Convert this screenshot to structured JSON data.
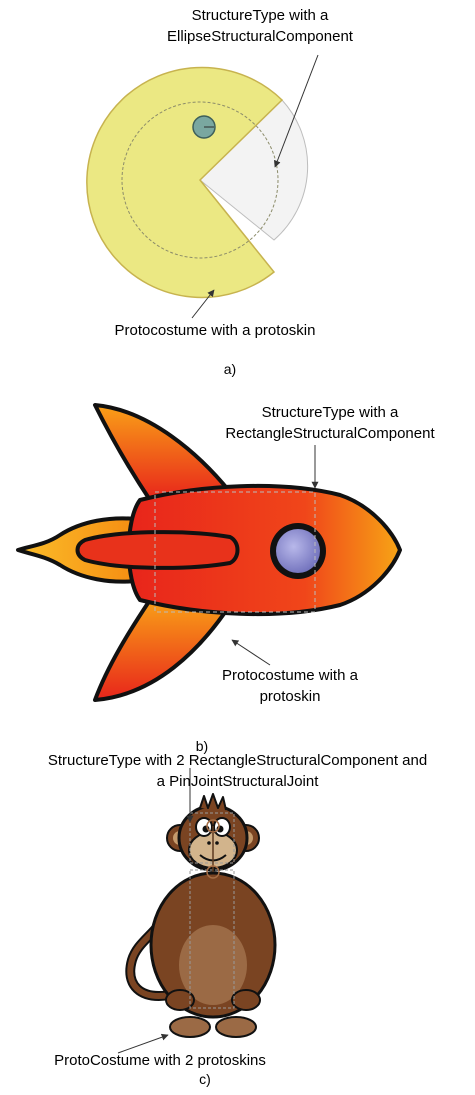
{
  "panel_a": {
    "structure_label_line1": "StructureType with a",
    "structure_label_line2": "EllipseStructuralComponent",
    "costume_label": "Protocostume with a protoskin",
    "caption": "a)"
  },
  "panel_b": {
    "structure_label_line1": "StructureType with a",
    "structure_label_line2": "RectangleStructuralComponent",
    "costume_label_line1": "Protocostume with a",
    "costume_label_line2": "protoskin",
    "caption": "b)"
  },
  "panel_c": {
    "structure_label_line1": "StructureType with 2 RectangleStructuralComponent and",
    "structure_label_line2": "a PinJointStructuralJoint",
    "costume_label": "ProtoCostume with 2 protoskins",
    "caption": "c)"
  },
  "colors": {
    "pacman_fill": "#ebe883",
    "pacman_mouth": "#f3f3f3",
    "rocket_red": "#e8251b",
    "rocket_orange": "#f7a415",
    "window_fill": "#8f8fcf",
    "monkey_brown": "#7a4422"
  },
  "icons": [
    "pacman-shape",
    "rocket-shape",
    "monkey-shape"
  ]
}
